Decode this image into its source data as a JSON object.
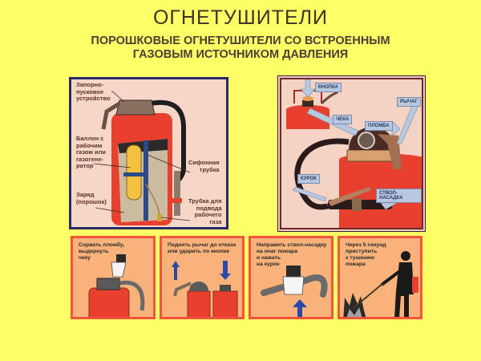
{
  "header": {
    "title": "ОГНЕТУШИТЕЛИ",
    "subtitle_line1": "ПОРОШКОВЫЕ ОГНЕТУШИТЕЛИ СО ВСТРОЕННЫМ",
    "subtitle_line2": "ГАЗОВЫМ ИСТОЧНИКОМ ДАВЛЕНИЯ"
  },
  "diagram_left": {
    "labels": {
      "valve": [
        "Запорно-",
        "пусковое",
        "устройство"
      ],
      "cylinder": [
        "Баллон с",
        "рабочим",
        "газом или",
        "газогене-",
        "ратор"
      ],
      "charge": [
        "Заряд",
        "(порошок)"
      ],
      "siphon": [
        "Сифонная",
        "трубка"
      ],
      "gas_tube": [
        "Трубка для",
        "подвода",
        "рабочего",
        "газа"
      ]
    }
  },
  "diagram_right": {
    "labels": {
      "button": "КНОПКА",
      "pin": "ЧЕКА",
      "seal": "ПЛОМБА",
      "lever": "РЫЧАГ",
      "trigger": "КУРОК",
      "nozzle": "СТВОЛ-НАСАДКА"
    }
  },
  "steps": [
    {
      "text": [
        "Сорвать пломбу,",
        "выдернуть",
        "чеку"
      ]
    },
    {
      "text": [
        "Поднять рычаг до отказа",
        "или ударить по кнопке"
      ]
    },
    {
      "text": [
        "Направить ствол-насадку",
        "на очаг пожара",
        "и нажать",
        "на курок"
      ]
    },
    {
      "text": [
        "Через 5 секунд",
        "приступить",
        "к тушению",
        "пожара"
      ]
    }
  ],
  "colors": {
    "background": "#ffff66",
    "extinguisher_red": "#e8402e",
    "step_bg": "#f8b27a",
    "step_border": "#f0543a",
    "arrow_blue": "#2a4aa8"
  }
}
